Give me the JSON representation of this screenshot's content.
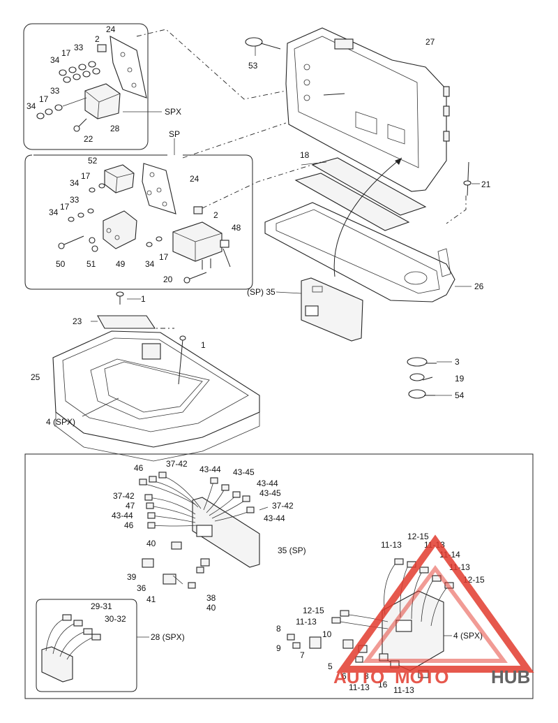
{
  "labels": {
    "spx_top": [
      "24",
      "2",
      "33",
      "17",
      "34",
      "33",
      "17",
      "34",
      "28",
      "22"
    ],
    "spx_top_tag": "SPX",
    "sp_tag": "SP",
    "sp_box": [
      "52",
      "17",
      "34",
      "24",
      "33",
      "17",
      "34",
      "2",
      "48",
      "50",
      "51",
      "49",
      "34",
      "17",
      "20"
    ],
    "top_right": [
      "53",
      "27",
      "18",
      "21",
      "26"
    ],
    "pcb": "(SP) 35",
    "base": [
      "1",
      "23",
      "1",
      "25",
      "4 (SPX)"
    ],
    "ties": [
      "3",
      "19",
      "54"
    ],
    "lower": [
      "46",
      "37-42",
      "43-44",
      "43-45",
      "43-44",
      "37-42",
      "43-45",
      "37-42",
      "47",
      "43-44",
      "43-44",
      "46",
      "40",
      "35 (SP)",
      "39",
      "36",
      "41",
      "38",
      "40"
    ],
    "inset": [
      "29-31",
      "30-32",
      "28 (SPX)"
    ],
    "right_cluster": [
      "12-15",
      "11-13",
      "11-13",
      "11-14",
      "11-13",
      "12-15",
      "12-15",
      "11-13",
      "8",
      "9",
      "10",
      "7",
      "4 (SPX)",
      "5",
      "6",
      "8",
      "16",
      "11-13",
      "11-13"
    ]
  },
  "watermark": {
    "text_a": "AUTO",
    "text_b": "MOTO",
    "text_c": "HUB",
    "color_a": "#e23b2e",
    "color_b": "#4a4a4a"
  }
}
